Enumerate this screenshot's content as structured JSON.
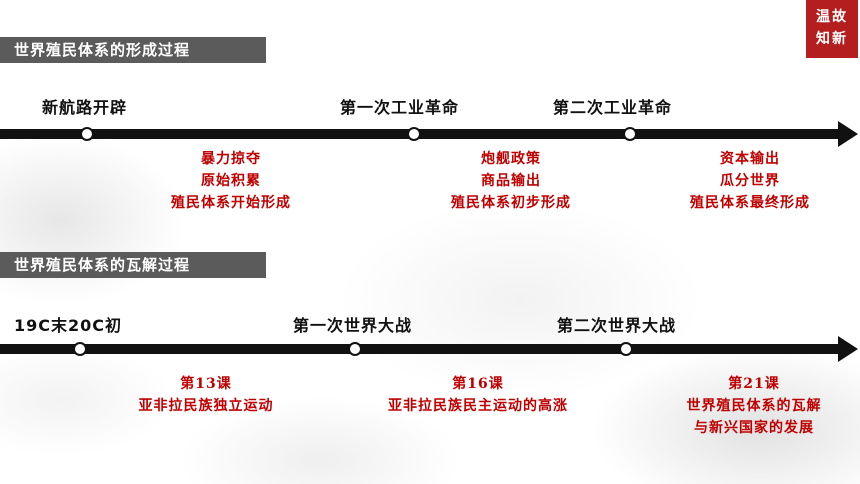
{
  "badge": {
    "line1": "温故",
    "line2": "知新"
  },
  "formation": {
    "title": "世界殖民体系的形成过程",
    "events": [
      "新航路开辟",
      "第一次工业革命",
      "第二次工业革命"
    ],
    "details": [
      [
        "暴力掠夺",
        "原始积累",
        "殖民体系开始形成"
      ],
      [
        "炮舰政策",
        "商品输出",
        "殖民体系初步形成"
      ],
      [
        "资本输出",
        "瓜分世界",
        "殖民体系最终形成"
      ]
    ]
  },
  "collapse": {
    "title": "世界殖民体系的瓦解过程",
    "events": [
      "19C末20C初",
      "第一次世界大战",
      "第二次世界大战"
    ],
    "details": [
      [
        "第13课",
        "亚非拉民族独立运动"
      ],
      [
        "第16课",
        "亚非拉民族民主运动的高涨"
      ],
      [
        "第21课",
        "世界殖民体系的瓦解",
        "与新兴国家的发展"
      ]
    ]
  },
  "colors": {
    "title_bg": "#5b5b5b",
    "badge_bg": "#b41e1e",
    "detail_text": "#c00000"
  }
}
